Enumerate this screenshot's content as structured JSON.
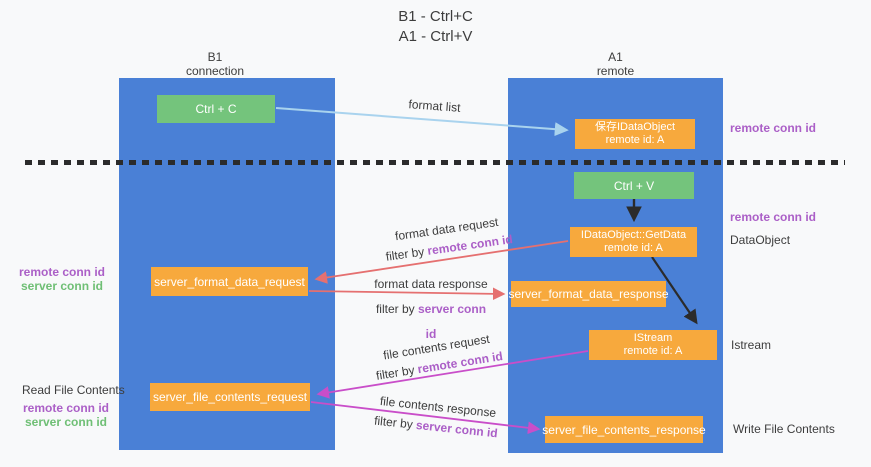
{
  "title": {
    "line1": "B1 - Ctrl+C",
    "line2": "A1 - Ctrl+V"
  },
  "lanes": {
    "left": {
      "name": "B1",
      "role": "connection"
    },
    "right": {
      "name": "A1",
      "role": "remote"
    }
  },
  "nodes": {
    "ctrl_c": {
      "label": "Ctrl + C"
    },
    "ctrl_v": {
      "label": "Ctrl + V"
    },
    "save_dataobject": {
      "line1": "保存IDataObject",
      "line2": "remote id: A"
    },
    "getdata": {
      "line1": "IDataObject::GetData",
      "line2": "remote id: A"
    },
    "istream": {
      "line1": "IStream",
      "line2": "remote id: A"
    },
    "format_request": {
      "label": "server_format_data_request"
    },
    "format_response": {
      "label": "server_format_data_response"
    },
    "file_request": {
      "label": "server_file_contents_request"
    },
    "file_response": {
      "label": "server_file_contents_response"
    }
  },
  "edges": {
    "format_list": {
      "label": "format list"
    },
    "format_data_request": {
      "label": "format data request",
      "filter_prefix": "filter by ",
      "filter_key": "remote conn id"
    },
    "format_data_response": {
      "label": "format data response",
      "filter_prefix": "filter by ",
      "filter_key": "server conn id"
    },
    "file_contents_request": {
      "label": "file contents request",
      "filter_prefix": "filter by ",
      "filter_key": "remote conn id"
    },
    "file_contents_response": {
      "label": "file contents response",
      "filter_prefix": "filter by ",
      "filter_key": "server conn id"
    }
  },
  "annotations": {
    "remote_conn_id_top_right": "remote conn id",
    "remote_conn_id_mid_right": "remote conn id",
    "dataobject": "DataObject",
    "istream": "Istream",
    "write_file_contents": "Write File Contents",
    "read_file_contents": "Read File Contents",
    "remote_conn_id_left_1": "remote conn id",
    "server_conn_id_left_1": "server conn id",
    "remote_conn_id_left_2": "remote conn id",
    "server_conn_id_left_2": "server conn id"
  },
  "colors": {
    "lane_blue": "#4a80d6",
    "box_green": "#74c47c",
    "box_orange": "#f7a93d",
    "arrow_red": "#e57070",
    "arrow_magenta": "#c94ec9",
    "arrow_lightblue": "#a9d3ee",
    "arrow_black": "#2b2b2b",
    "text_purple": "#ab5fc7",
    "text_green": "#6fbf75"
  }
}
